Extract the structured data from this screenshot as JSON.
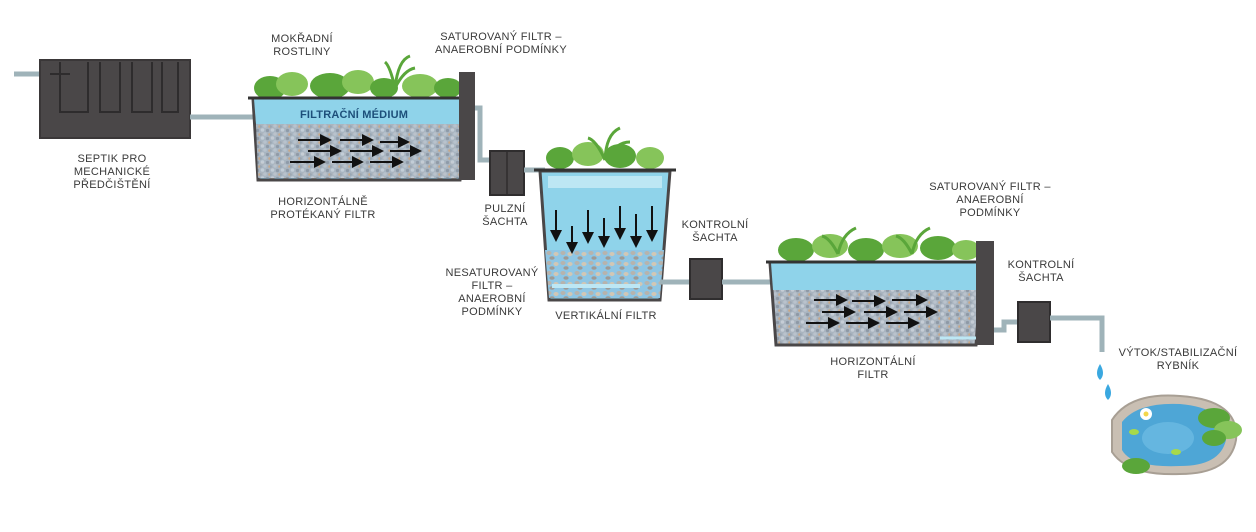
{
  "labels": {
    "septik": "SEPTIK PRO\nMECHANICKÉ\nPŘEDČIŠTĚNÍ",
    "mokradni": "MOKŘADNÍ\nROSTLINY",
    "saturovany1": "SATUROVANÝ FILTR –\nANAEROBNÍ PODMÍNKY",
    "filtracni_medium": "FILTRAČNÍ MÉDIUM",
    "horizontalne": "HORIZONTÁLNĚ\nPROTÉKANÝ FILTR",
    "pulzni": "PULZNÍ\nŠACHTA",
    "kontrolni1": "KONTROLNÍ\nŠACHTA",
    "nesaturovany": "NESATUROVANÝ\nFILTR –\nANAEROBNÍ\nPODMÍNKY",
    "vertikalni": "VERTIKÁLNÍ FILTR",
    "saturovany2": "SATUROVANÝ FILTR –\nANAEROBNÍ\nPODMÍNKY",
    "kontrolni2": "KONTROLNÍ\nŠACHTA",
    "horizontalni": "HORIZONTÁLNÍ\nFILTR",
    "vytok": "VÝTOK/STABILIZAČNÍ\nRYBNÍK"
  },
  "colors": {
    "tank_dark": "#4a4748",
    "pipe": "#9fb3b9",
    "water": "#8fd3ea",
    "water_light": "#bde7f4",
    "gravel": "#aeb6c0",
    "plant": "#5aa63a",
    "plant_light": "#86c45a",
    "arrow": "#111111",
    "drop": "#3aa8e0",
    "text": "#3a3a3a"
  }
}
